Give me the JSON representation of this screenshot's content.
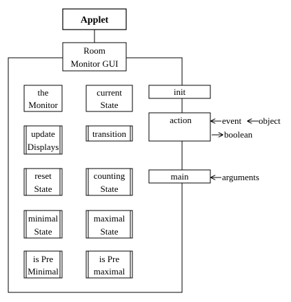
{
  "diagram": {
    "root": {
      "label": "Applet"
    },
    "gui": {
      "line1": "Room",
      "line2": "Monitor GUI"
    },
    "fields": [
      {
        "line1": "the",
        "line2": "Monitor"
      },
      {
        "line1": "current",
        "line2": "State"
      }
    ],
    "inner_methods": [
      {
        "line1": "update",
        "line2": "Displays"
      },
      {
        "line1": "transition",
        "line2": ""
      },
      {
        "line1": "reset",
        "line2": "State"
      },
      {
        "line1": "counting",
        "line2": "State"
      },
      {
        "line1": "minimal",
        "line2": "State"
      },
      {
        "line1": "maximal",
        "line2": "State"
      },
      {
        "line1": "is Pre",
        "line2": "Minimal"
      },
      {
        "line1": "is Pre",
        "line2": "maximal"
      }
    ],
    "public_methods": {
      "init": "init",
      "action": "action",
      "main": "main"
    },
    "params": {
      "event": "event",
      "object": "object",
      "boolean": "boolean",
      "arguments": "arguments"
    }
  }
}
